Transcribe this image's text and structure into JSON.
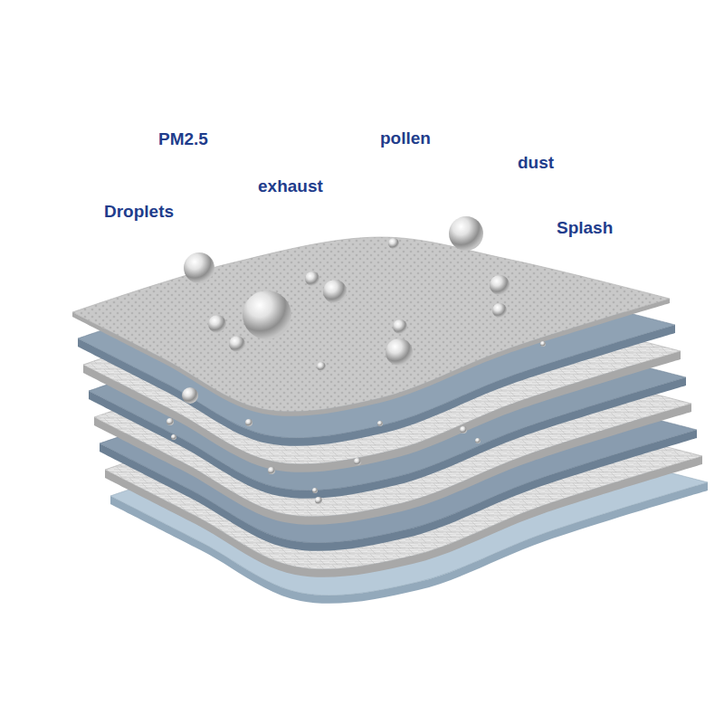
{
  "diagram": {
    "labels": [
      "PM2.5",
      "pollen",
      "dust",
      "exhaust",
      "Droplets",
      "Splash"
    ]
  }
}
